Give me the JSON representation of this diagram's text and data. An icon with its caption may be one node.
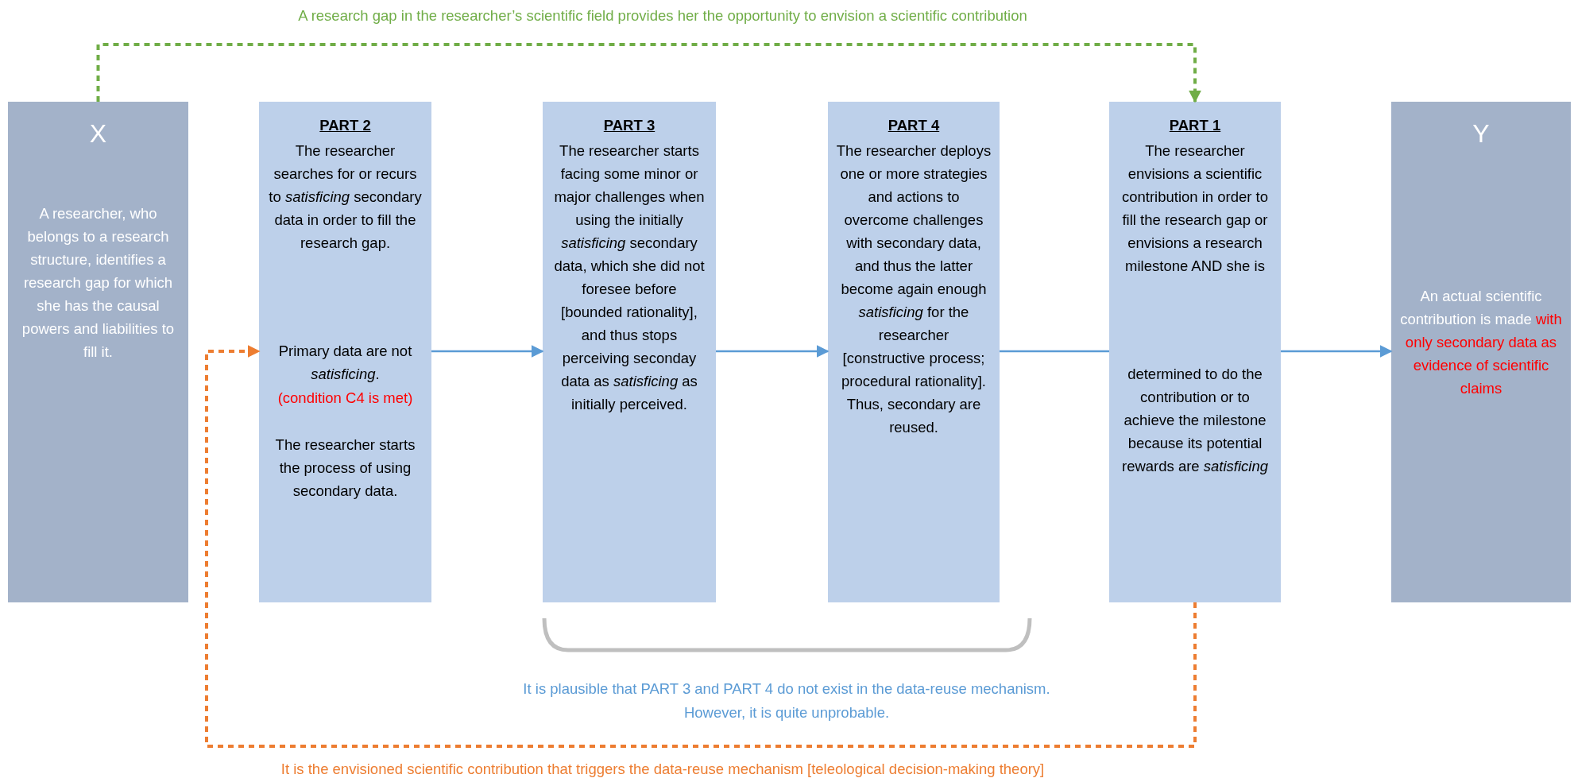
{
  "diagram": {
    "nodes": [
      {
        "text": [
          "X",
          "A researcher, who belongs to a research structure, identifies a research gap for which she has the causal powers and liabilities to fill it."
        ]
      },
      {
        "text": [
          "PART 2",
          "The researcher searches for or recurs to *satisficing* secondary data in order to fill the research gap.",
          "Primary data are not *satisficing*.",
          "(condition C4 is met)",
          "The researcher starts the process of using secondary data."
        ]
      },
      {
        "text": [
          "PART 3",
          "The researcher starts facing some minor or major challenges when using the initially *satisficing* secondary data, which she did not foresee before [bounded rationality], and thus stops perceiving seconday data as *satisficing* as initially perceived."
        ]
      },
      {
        "text": [
          "PART 4",
          "The researcher deploys one or more strategies and actions to overcome challenges with secondary data, and thus the latter become again enough *satisficing* for the researcher [constructive process; procedural rationality]. Thus, secondary are reused."
        ]
      },
      {
        "text": [
          "PART 1",
          "The researcher envisions a scientific contribution in order to fill the research gap or envisions a research milestone AND she is",
          "determined to do the contribution or to achieve the milestone because its potential rewards are *satisficing*"
        ]
      },
      {
        "text": [
          "Y",
          "An actual scientific contribution is made",
          "with only secondary data as evidence of scientific claims"
        ]
      }
    ],
    "edges": [
      {
        "from": 0,
        "to": 4,
        "arrow": "to",
        "style": "dashed",
        "color": "#70ad47",
        "label": "A research gap in the researcher’s scientific field provides her the opportunity to envision a scientific contribution"
      },
      {
        "from": 4,
        "to": 1,
        "arrow": "to",
        "style": "dashed",
        "color": "#ed7d31",
        "label": "It is the envisioned scientific contribution that triggers the data-reuse mechanism [teleological decision-making theory]"
      },
      {
        "from": 1,
        "to": 2,
        "arrow": "to"
      },
      {
        "from": 2,
        "to": 3,
        "arrow": "to"
      },
      {
        "from": 3,
        "to": 4,
        "arrow": "none"
      },
      {
        "from": 4,
        "to": 5,
        "arrow": "to"
      }
    ],
    "labels": [
      "It is plausible that PART 3 and PART 4 do not exist in the data-reuse mechanism. However, it is quite unprobable."
    ]
  }
}
